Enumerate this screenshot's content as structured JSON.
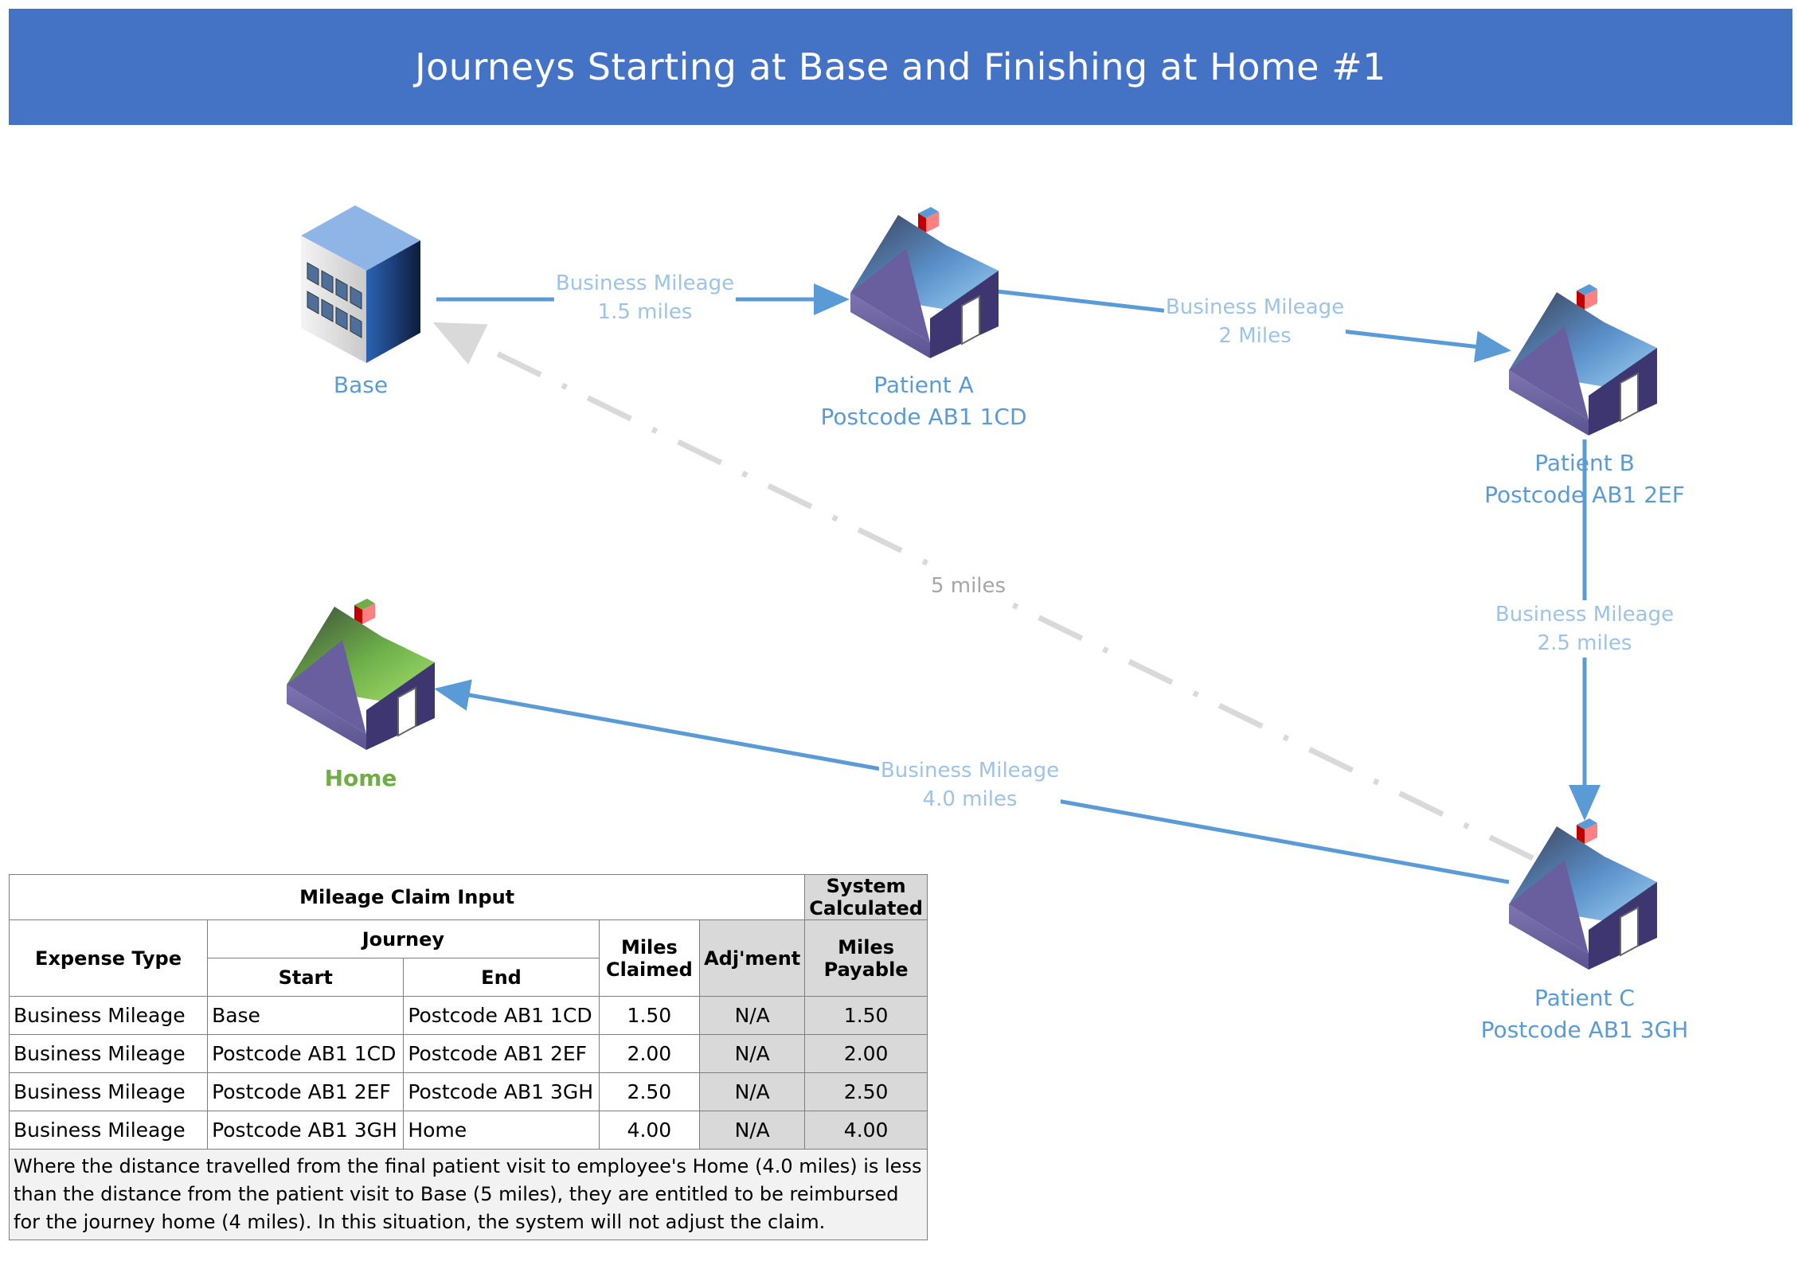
{
  "title": "Journeys Starting at Base and Finishing at Home #1",
  "nodes": {
    "base": {
      "label": "Base"
    },
    "patient_a": {
      "line1": "Patient A",
      "line2": "Postcode AB1 1CD"
    },
    "patient_b": {
      "line1": "Patient B",
      "line2": "Postcode AB1 2EF"
    },
    "patient_c": {
      "line1": "Patient C",
      "line2": "Postcode AB1 3GH"
    },
    "home": {
      "label": "Home"
    }
  },
  "edges": {
    "base_to_a": {
      "line1": "Business Mileage",
      "line2": "1.5 miles"
    },
    "a_to_b": {
      "line1": "Business Mileage",
      "line2": "2 Miles"
    },
    "b_to_c": {
      "line1": "Business Mileage",
      "line2": "2.5 miles"
    },
    "c_to_home": {
      "line1": "Business Mileage",
      "line2": "4.0 miles"
    },
    "c_to_base": {
      "label": "5 miles"
    }
  },
  "colors": {
    "header": "#4472c4",
    "arrow": "#5b9bd5",
    "dashed": "#d9d9d9",
    "home_label": "#70ad47",
    "table_system": "#d9d9d9"
  },
  "table": {
    "group_input": "Mileage Claim Input",
    "group_system": "System Calculated",
    "col_expense_type": "Expense Type",
    "col_journey": "Journey",
    "col_start": "Start",
    "col_end": "End",
    "col_miles_claimed_1": "Miles",
    "col_miles_claimed_2": "Claimed",
    "col_adjustment": "Adj'ment",
    "col_miles_payable_1": "Miles",
    "col_miles_payable_2": "Payable",
    "rows": [
      {
        "type": "Business Mileage",
        "start": "Base",
        "end": "Postcode AB1 1CD",
        "claimed": "1.50",
        "adj": "N/A",
        "payable": "1.50"
      },
      {
        "type": "Business Mileage",
        "start": "Postcode AB1 1CD",
        "end": "Postcode AB1 2EF",
        "claimed": "2.00",
        "adj": "N/A",
        "payable": "2.00"
      },
      {
        "type": "Business Mileage",
        "start": "Postcode AB1 2EF",
        "end": "Postcode AB1 3GH",
        "claimed": "2.50",
        "adj": "N/A",
        "payable": "2.50"
      },
      {
        "type": "Business Mileage",
        "start": "Postcode AB1 3GH",
        "end": "Home",
        "claimed": "4.00",
        "adj": "N/A",
        "payable": "4.00"
      }
    ],
    "note": "Where the distance travelled from the final patient visit to employee's Home (4.0 miles) is less than the distance from the patient visit to Base (5 miles), they are entitled to be reimbursed for the journey home (4 miles).  In this situation, the system will not adjust the claim."
  }
}
